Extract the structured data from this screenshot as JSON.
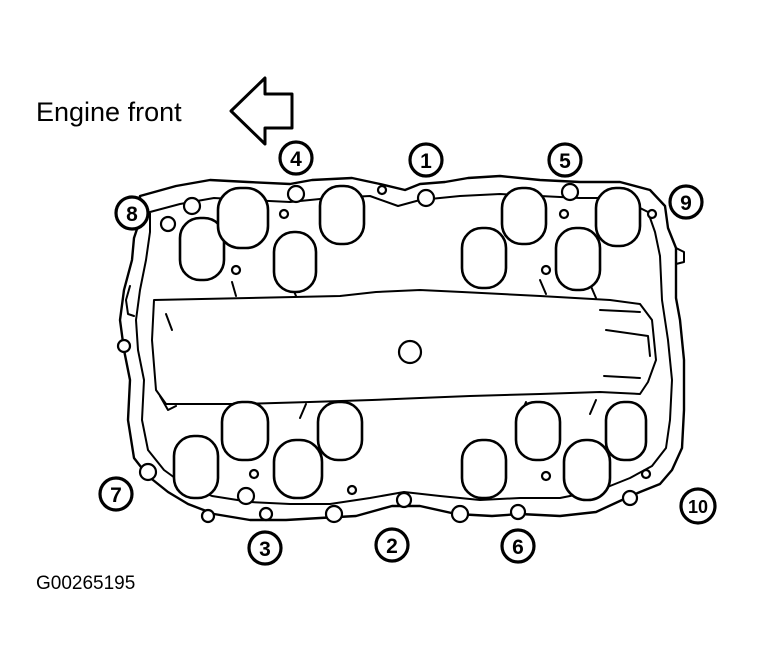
{
  "diagram": {
    "front_label": "Engine front",
    "figure_id": "G00265195",
    "callouts": [
      {
        "id": "1",
        "label": "1"
      },
      {
        "id": "2",
        "label": "2"
      },
      {
        "id": "3",
        "label": "3"
      },
      {
        "id": "4",
        "label": "4"
      },
      {
        "id": "5",
        "label": "5"
      },
      {
        "id": "6",
        "label": "6"
      },
      {
        "id": "7",
        "label": "7"
      },
      {
        "id": "8",
        "label": "8"
      },
      {
        "id": "9",
        "label": "9"
      },
      {
        "id": "10",
        "label": "10"
      }
    ],
    "colors": {
      "ink": "#000000",
      "background": "#ffffff"
    }
  }
}
